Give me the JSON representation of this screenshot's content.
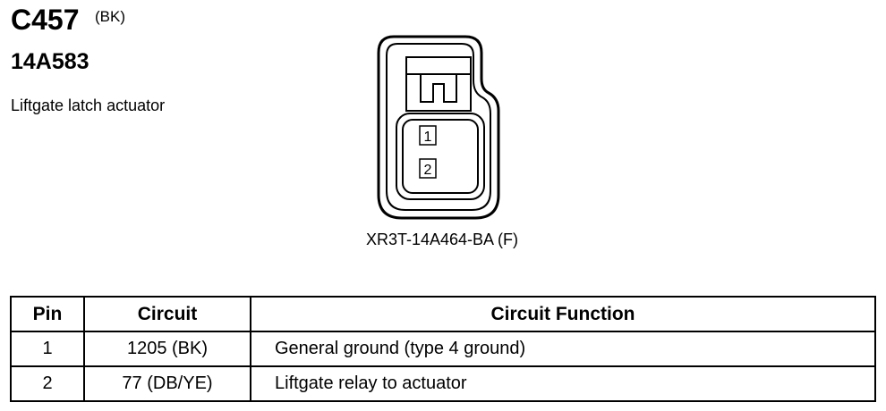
{
  "connector": {
    "id": "C457",
    "color": "(BK)",
    "part_number": "14A583",
    "description": "Liftgate latch actuator",
    "connector_part": "XR3T-14A464-BA (F)",
    "pin_labels": [
      "1",
      "2"
    ]
  },
  "table": {
    "headers": [
      "Pin",
      "Circuit",
      "Circuit Function"
    ],
    "rows": [
      {
        "pin": "1",
        "circuit": "1205 (BK)",
        "function": "General ground (type 4 ground)"
      },
      {
        "pin": "2",
        "circuit": "77 (DB/YE)",
        "function": "Liftgate relay to actuator"
      }
    ]
  }
}
